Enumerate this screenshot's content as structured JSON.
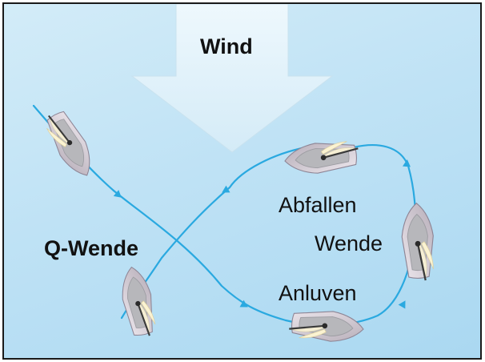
{
  "labels": {
    "wind": "Wind",
    "q_wende": "Q-Wende",
    "abfallen": "Abfallen",
    "wende": "Wende",
    "anluven": "Anluven"
  },
  "colors": {
    "background_top": "#d3ecf8",
    "background_bottom": "#aad8f1",
    "course_line": "#2aa9e0",
    "wind_arrow": "#e6f3fa",
    "hull": "#d9d2da",
    "deck": "#b9b9bd",
    "sail": "#f4edd2",
    "frame": "#1a1a1a"
  },
  "icons": [
    "wind-arrow",
    "sailboat-icon",
    "course-arrow-icon"
  ]
}
